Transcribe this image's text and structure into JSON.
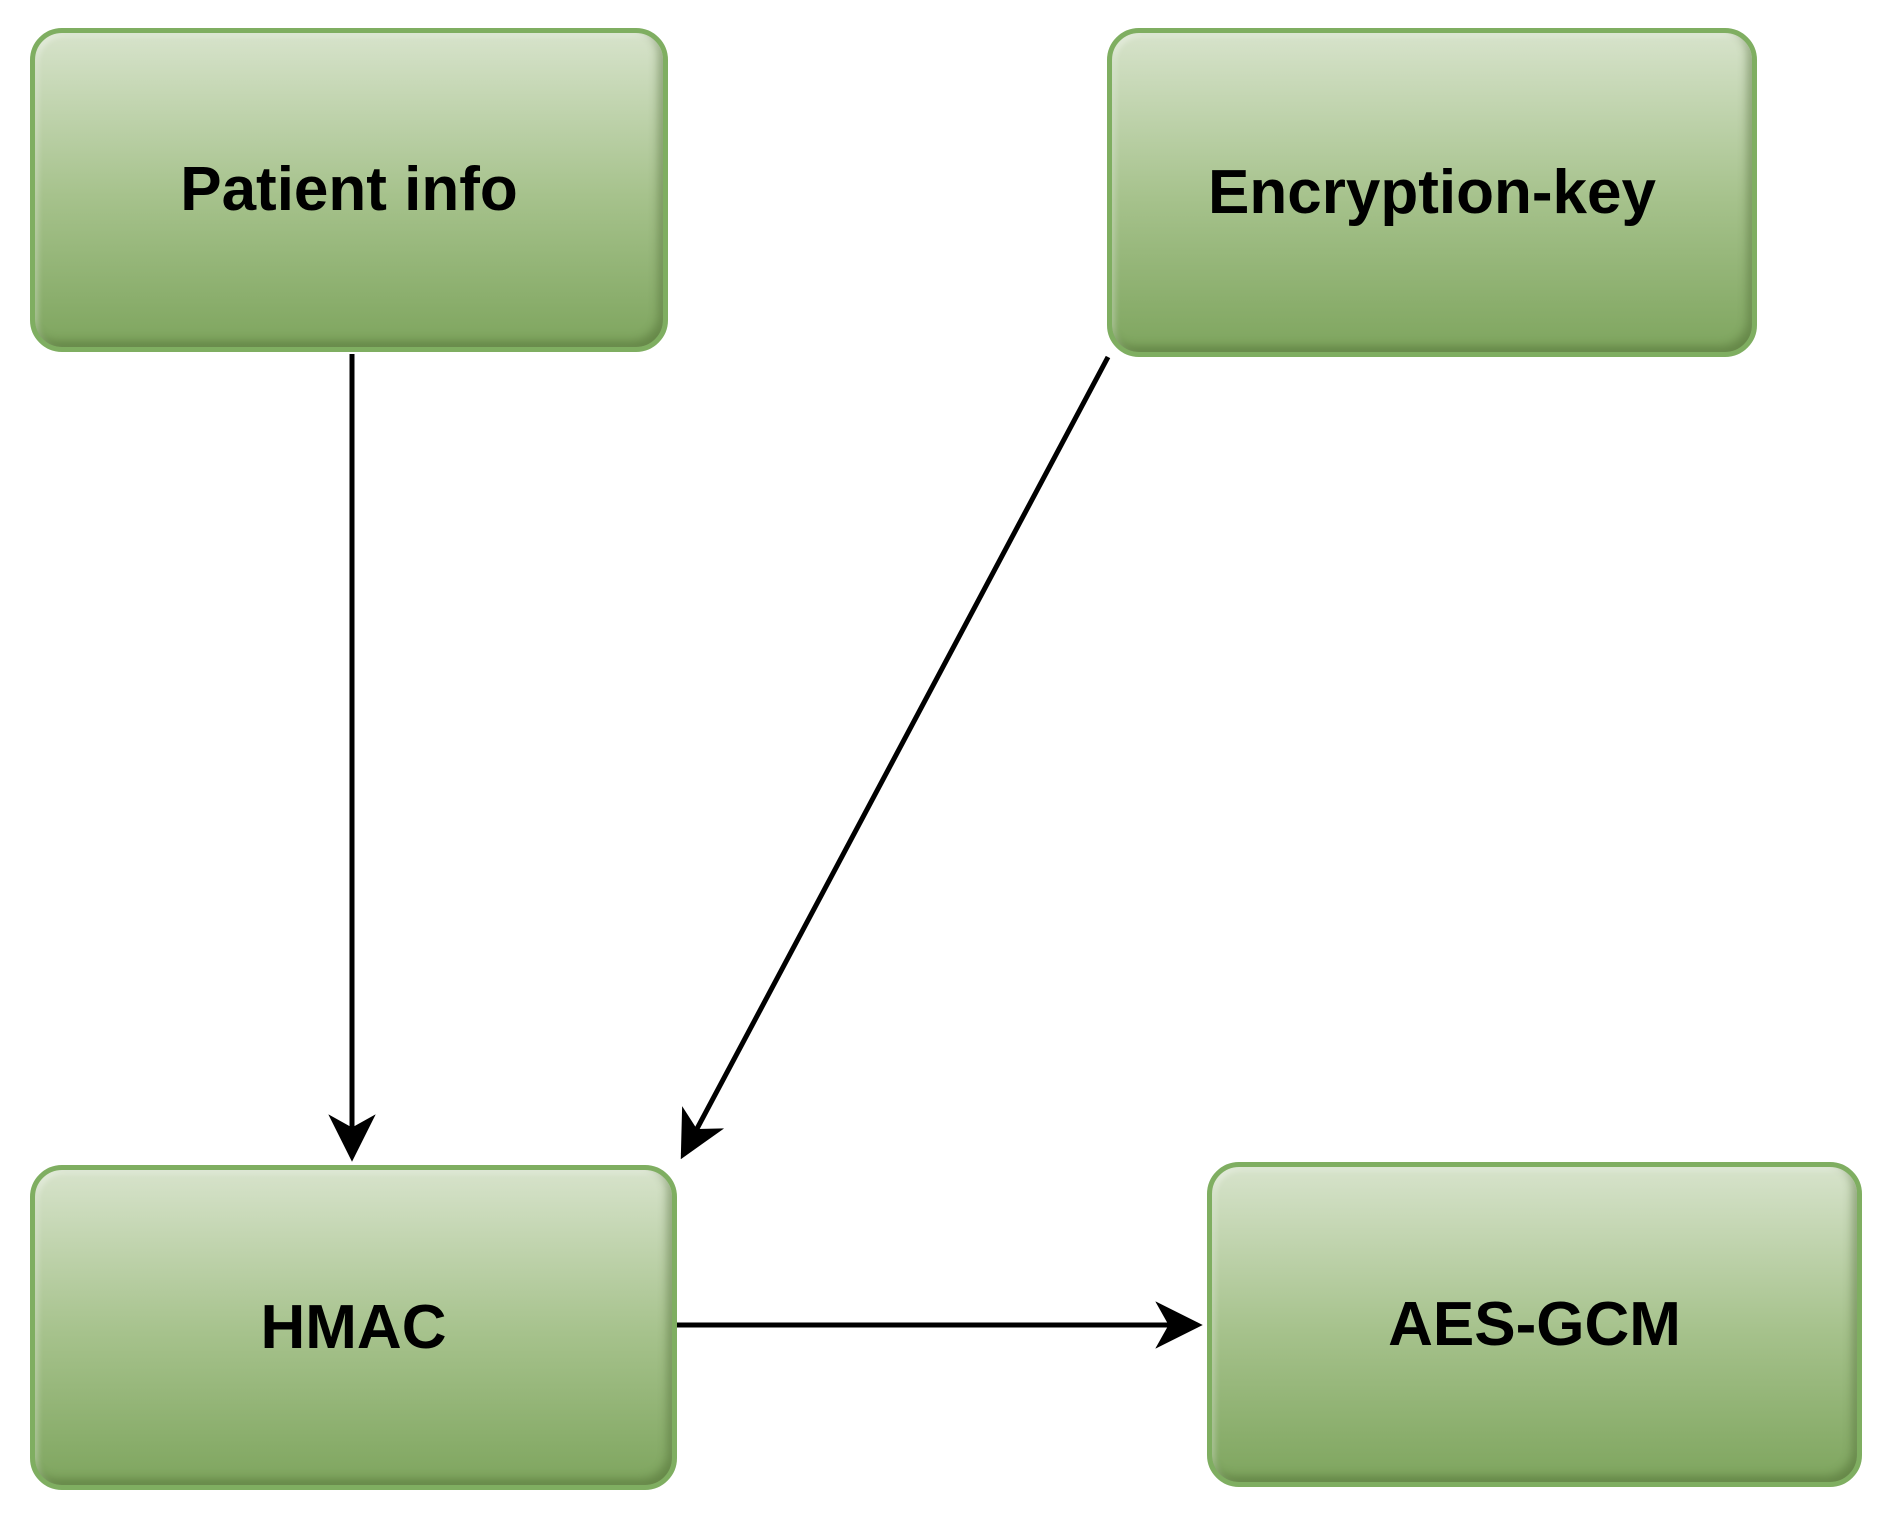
{
  "colors": {
    "canvas-bg": "#ffffff",
    "node-border": "#7fae61",
    "node-grad-top": "#d7e3cb",
    "node-grad-mid": "#a6c28c",
    "node-grad-bottom": "#7ea55e",
    "node-text": "#000000",
    "arrow-color": "#000000"
  },
  "diagram": {
    "nodes": [
      {
        "id": "patient-info",
        "label": "Patient info"
      },
      {
        "id": "encryption-key",
        "label": "Encryption-key"
      },
      {
        "id": "hmac",
        "label": "HMAC"
      },
      {
        "id": "aes-gcm",
        "label": "AES-GCM"
      }
    ],
    "edges": [
      {
        "from": "patient-info",
        "to": "hmac"
      },
      {
        "from": "encryption-key",
        "to": "hmac"
      },
      {
        "from": "hmac",
        "to": "aes-gcm"
      }
    ]
  }
}
